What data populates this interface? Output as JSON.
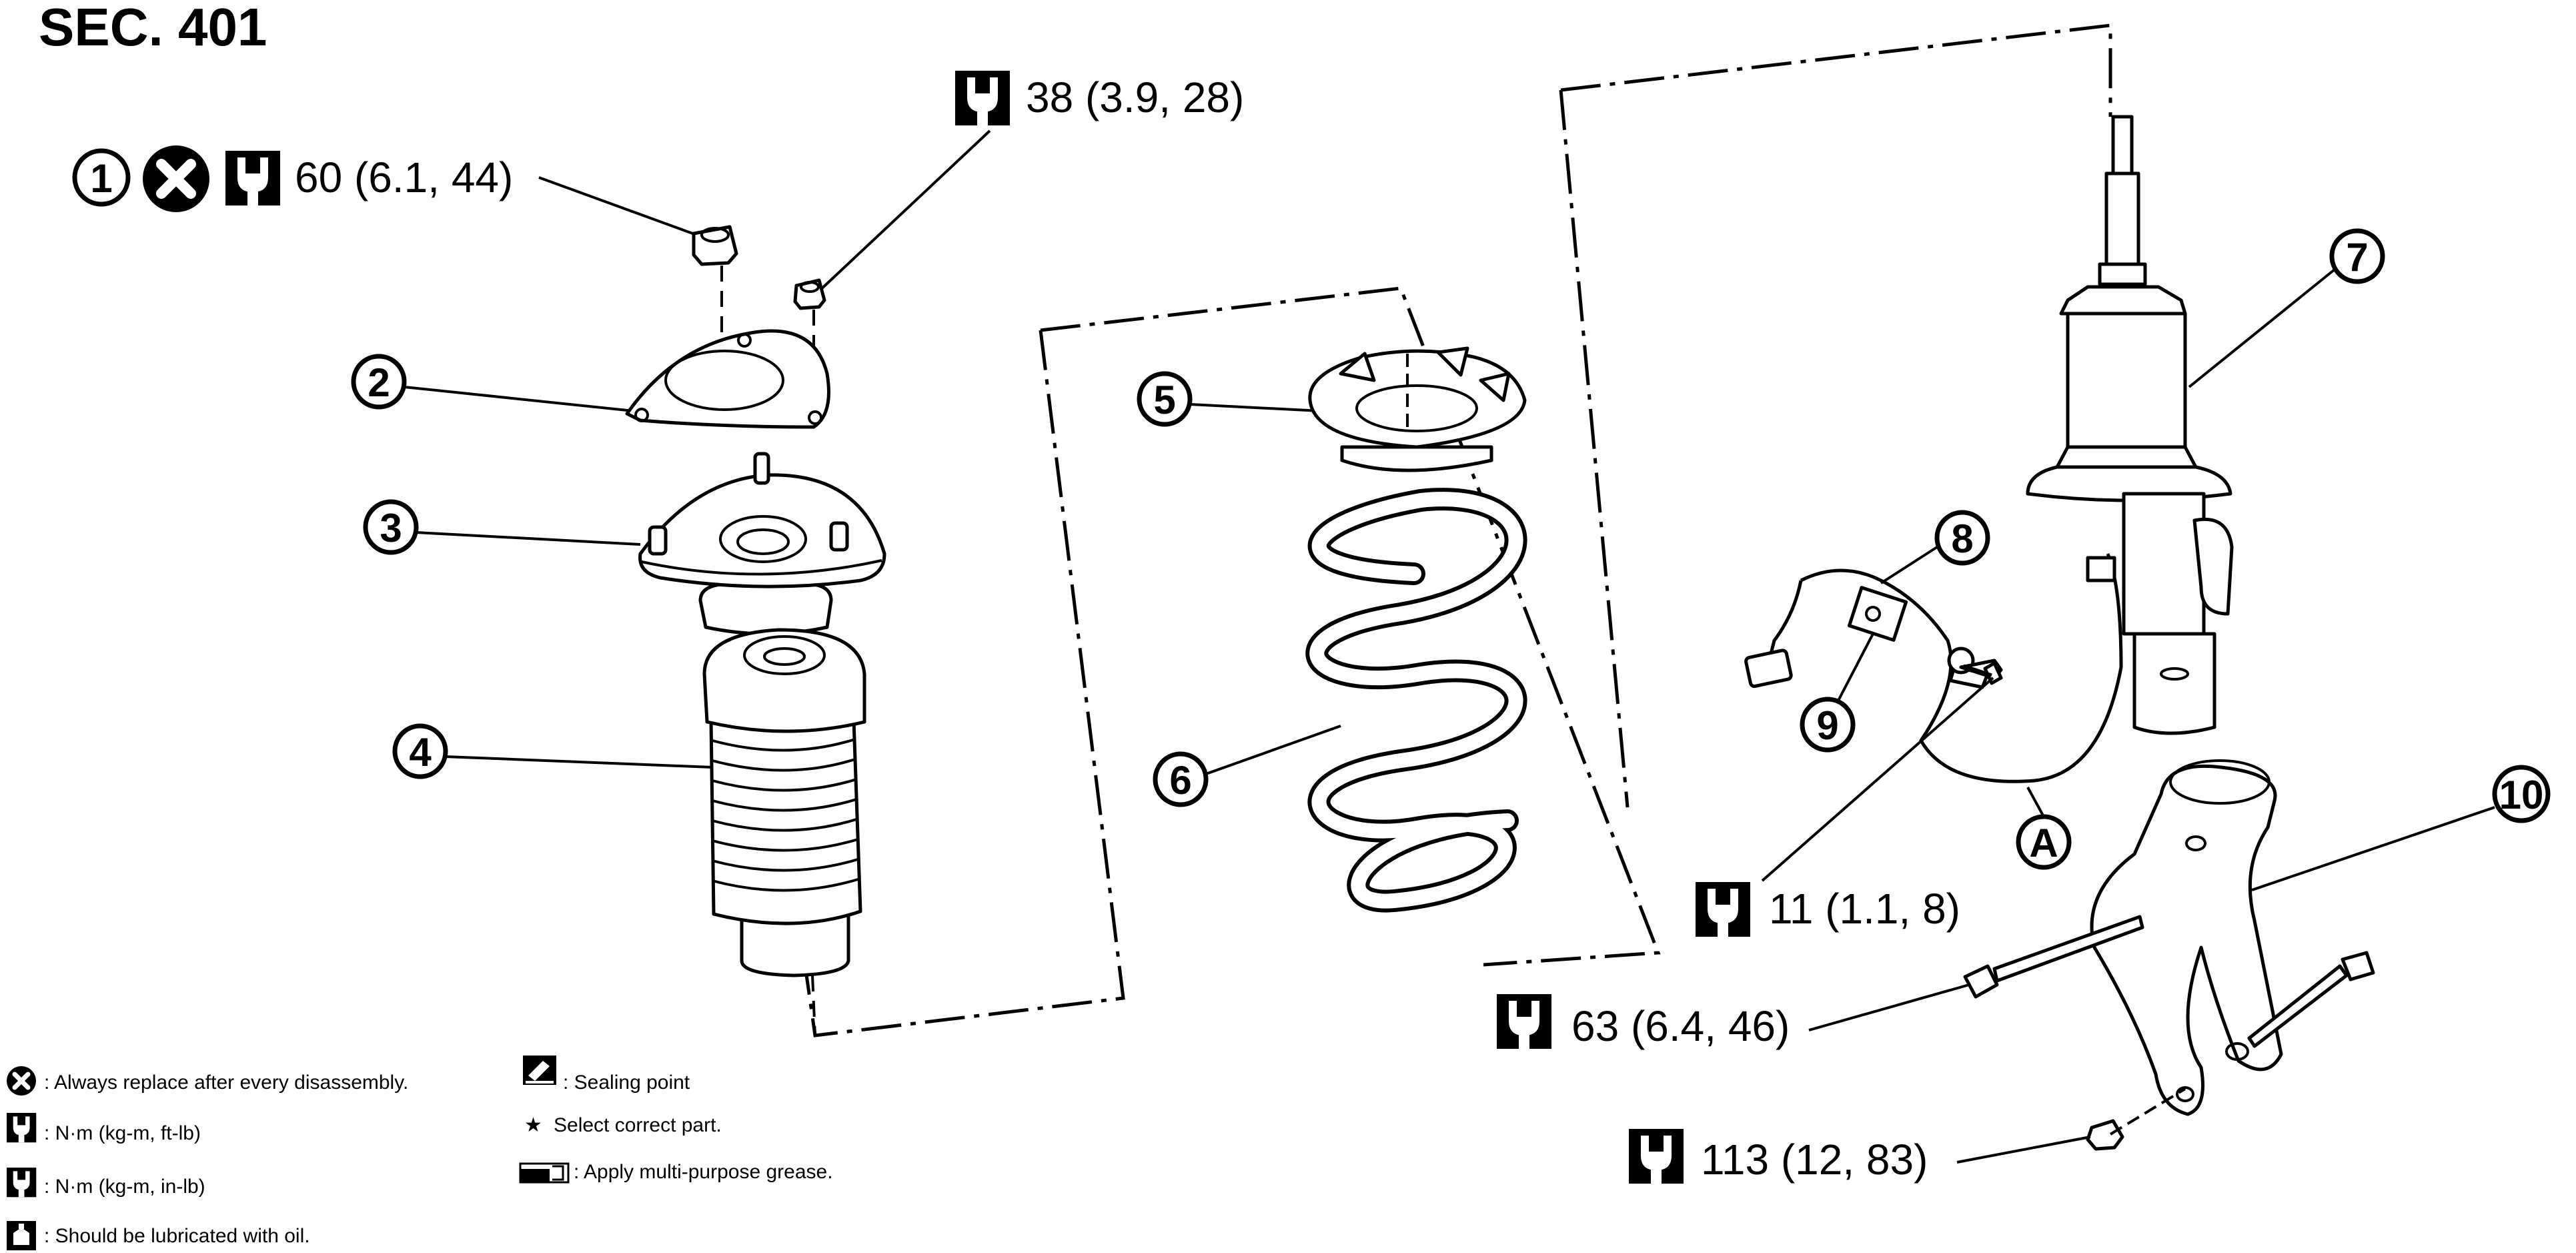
{
  "section_title": "SEC. 401",
  "callouts": [
    "1",
    "2",
    "3",
    "4",
    "5",
    "6",
    "7",
    "8",
    "9",
    "10"
  ],
  "ref_label": "A",
  "torques": {
    "t1": "60 (6.1, 44)",
    "t2": "38 (3.9, 28)",
    "t3": "11 (1.1, 8)",
    "t4": "63 (6.4, 46)",
    "t5": "113 (12, 83)"
  },
  "legend": {
    "replace": ": Always replace after every disassembly.",
    "nm_ftlb": ": N·m (kg-m, ft-lb)",
    "nm_inlb": ": N·m (kg-m, in-lb)",
    "oil": ": Should be lubricated with oil.",
    "sealing": ": Sealing point",
    "select": "Select correct part.",
    "grease": ": Apply multi-purpose grease."
  },
  "icons": [
    "do-not-reuse-icon",
    "torque-wrench-icon",
    "torque-wrench-inlb-icon",
    "oil-can-icon",
    "sealing-point-icon",
    "star-icon",
    "grease-icon"
  ]
}
